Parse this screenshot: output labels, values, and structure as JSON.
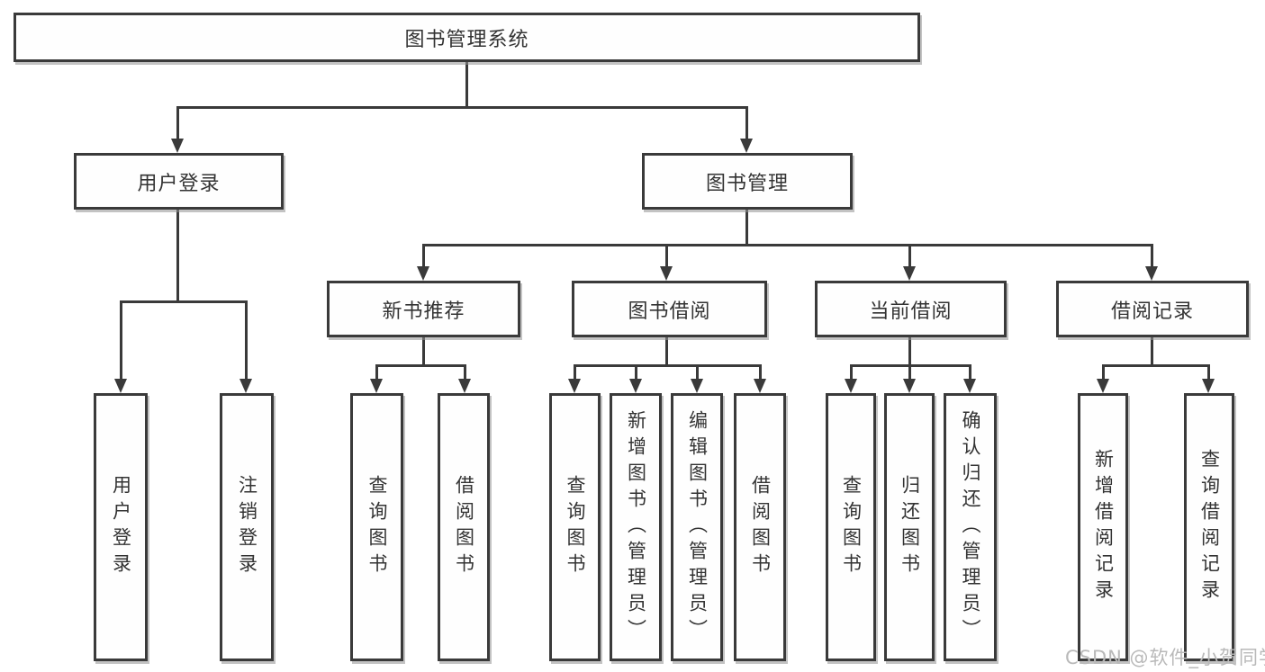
{
  "diagram_title": "图书管理系统",
  "watermark": "CSDN @软件_小贺同学",
  "nodes": {
    "root": {
      "label": "图书管理系统"
    },
    "user_login": {
      "label": "用户登录"
    },
    "book_mgmt": {
      "label": "图书管理"
    },
    "new_book_rec": {
      "label": "新书推荐"
    },
    "book_borrow": {
      "label": "图书借阅"
    },
    "current_borrow": {
      "label": "当前借阅"
    },
    "borrow_records": {
      "label": "借阅记录"
    },
    "leaf_login": {
      "label": "用户登录"
    },
    "leaf_logout": {
      "label": "注销登录"
    },
    "leaf_nbr_query": {
      "label": "查询图书"
    },
    "leaf_nbr_borrow": {
      "label": "借阅图书"
    },
    "leaf_bb_query": {
      "label": "查询图书"
    },
    "leaf_bb_add": {
      "label": "新增图书（管理员）"
    },
    "leaf_bb_edit": {
      "label": "编辑图书（管理员）"
    },
    "leaf_bb_borrow": {
      "label": "借阅图书"
    },
    "leaf_cb_query": {
      "label": "查询图书"
    },
    "leaf_cb_return": {
      "label": "归还图书"
    },
    "leaf_cb_confirm": {
      "label": "确认归还（管理员）"
    },
    "leaf_br_add": {
      "label": "新增借阅记录"
    },
    "leaf_br_query": {
      "label": "查询借阅记录"
    }
  },
  "hierarchy": {
    "图书管理系统": {
      "用户登录": [
        "用户登录",
        "注销登录"
      ],
      "图书管理": {
        "新书推荐": [
          "查询图书",
          "借阅图书"
        ],
        "图书借阅": [
          "查询图书",
          "新增图书（管理员）",
          "编辑图书（管理员）",
          "借阅图书"
        ],
        "当前借阅": [
          "查询图书",
          "归还图书",
          "确认归还（管理员）"
        ],
        "借阅记录": [
          "新增借阅记录",
          "查询借阅记录"
        ]
      }
    }
  }
}
